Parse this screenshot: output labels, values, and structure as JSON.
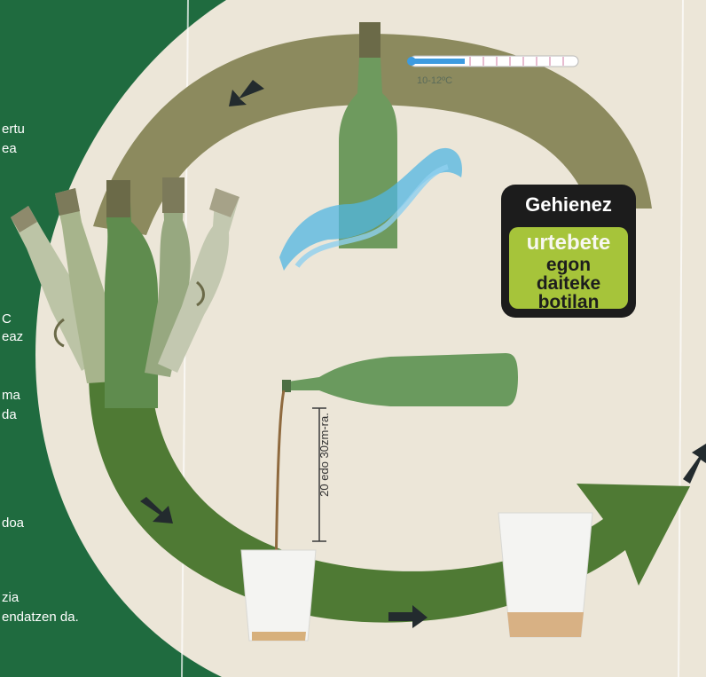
{
  "left_column": {
    "line_1": "ertu",
    "line_2": "ea",
    "line_3": "C",
    "line_4": "eaz",
    "line_5": "ma",
    "line_6": "da",
    "line_7": "doa",
    "line_8": "zia",
    "line_9": "endatzen da."
  },
  "thermometer": {
    "label": "10-12ºC"
  },
  "pour": {
    "height_label": "20 edo 30zm-ra."
  },
  "badge": {
    "title": "Gehienez",
    "line_1": "urtebete",
    "line_2": "egon",
    "line_3": "daiteke",
    "line_4": "botilan"
  },
  "colors": {
    "page_green": "#1f6b3f",
    "panel_cream": "#ece6d8",
    "arrow_olive": "#8c8a5e",
    "arrow_green": "#4f7a34",
    "bottle_green": "#5c8a52",
    "badge_yellowgreen": "#a6c43a"
  }
}
